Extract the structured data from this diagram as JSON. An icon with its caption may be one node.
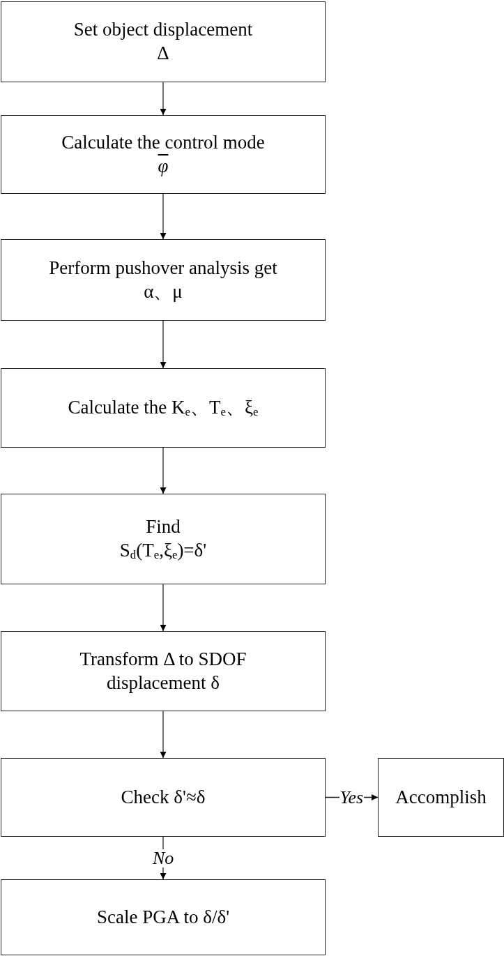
{
  "diagram": {
    "nodes": [
      {
        "text": [
          "Set object displacement",
          "Δ"
        ]
      },
      {
        "text": [
          "Calculate the control mode",
          "φ"
        ]
      },
      {
        "text": [
          "Perform pushover analysis get",
          "α、μ"
        ]
      },
      {
        "text": [
          "Calculate the K$_{e}$、T$_{e}$、ξ$_{e}$"
        ]
      },
      {
        "text": [
          "Find",
          "S$_{d}$(T$_{e}$,ξ$_{e}$)=δ'"
        ]
      },
      {
        "text": [
          "Transform Δ to SDOF displacement δ"
        ]
      },
      {
        "text": [
          "Check δ'≈δ"
        ]
      },
      {
        "text": [
          "Accomplish"
        ]
      },
      {
        "text": [
          "Scale PGA to δ/δ'"
        ]
      }
    ],
    "edges": [
      {
        "from": 0,
        "to": 1,
        "arrow": "to"
      },
      {
        "from": 1,
        "to": 2,
        "arrow": "to"
      },
      {
        "from": 2,
        "to": 3,
        "arrow": "to"
      },
      {
        "from": 3,
        "to": 4,
        "arrow": "to"
      },
      {
        "from": 4,
        "to": 5,
        "arrow": "to"
      },
      {
        "from": 5,
        "to": 6,
        "arrow": "to"
      },
      {
        "from": 6,
        "to": 7,
        "arrow": "to",
        "label": "Yes"
      },
      {
        "from": 6,
        "to": 8,
        "arrow": "to",
        "label": "No"
      }
    ]
  }
}
